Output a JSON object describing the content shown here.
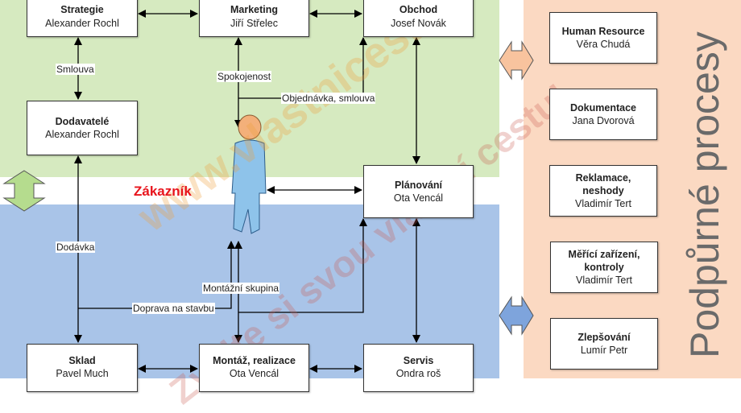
{
  "colors": {
    "green_zone": "#d6eac0",
    "blue_zone": "#a9c4e8",
    "peach_zone": "#fbd9c2",
    "customer_red": "#e8141c"
  },
  "main_processes": {
    "strategie": {
      "title": "Strategie",
      "owner": "Alexander Rochl"
    },
    "marketing": {
      "title": "Marketing",
      "owner": "Jiří Střelec"
    },
    "obchod": {
      "title": "Obchod",
      "owner": "Josef Novák"
    },
    "dodavatele": {
      "title": "Dodavatelé",
      "owner": "Alexander Rochl"
    },
    "planovani": {
      "title": "Plánování",
      "owner": "Ota Vencál"
    },
    "sklad": {
      "title": "Sklad",
      "owner": "Pavel Much"
    },
    "montaz": {
      "title": "Montáž, realizace",
      "owner": "Ota Vencál"
    },
    "servis": {
      "title": "Servis",
      "owner": "Ondra roš"
    }
  },
  "customer": {
    "label": "Zákazník"
  },
  "flows": {
    "smlouva": "Smlouva",
    "spokojenost": "Spokojenost",
    "objednavka": "Objednávka, smlouva",
    "dodavka": "Dodávka",
    "montazni_skupina": "Montážní skupina",
    "doprava": "Doprava na stavbu"
  },
  "support": {
    "title": "Podpůrné procesy",
    "items": [
      {
        "title": "Human Resource",
        "owner": "Věra Chudá"
      },
      {
        "title": "Dokumentace",
        "owner": "Jana Dvorová"
      },
      {
        "title": "Reklamace, neshody",
        "owner": "Vladimír Tert"
      },
      {
        "title": "Měřící zařízení, kontroly",
        "owner": "Vladimír Tert"
      },
      {
        "title": "Zlepšování",
        "owner": "Lumír Petr"
      }
    ]
  },
  "watermark": {
    "url": "www.vlastnicestu.cz",
    "slogan": "Zvolte si svou vlastní cestu!"
  }
}
